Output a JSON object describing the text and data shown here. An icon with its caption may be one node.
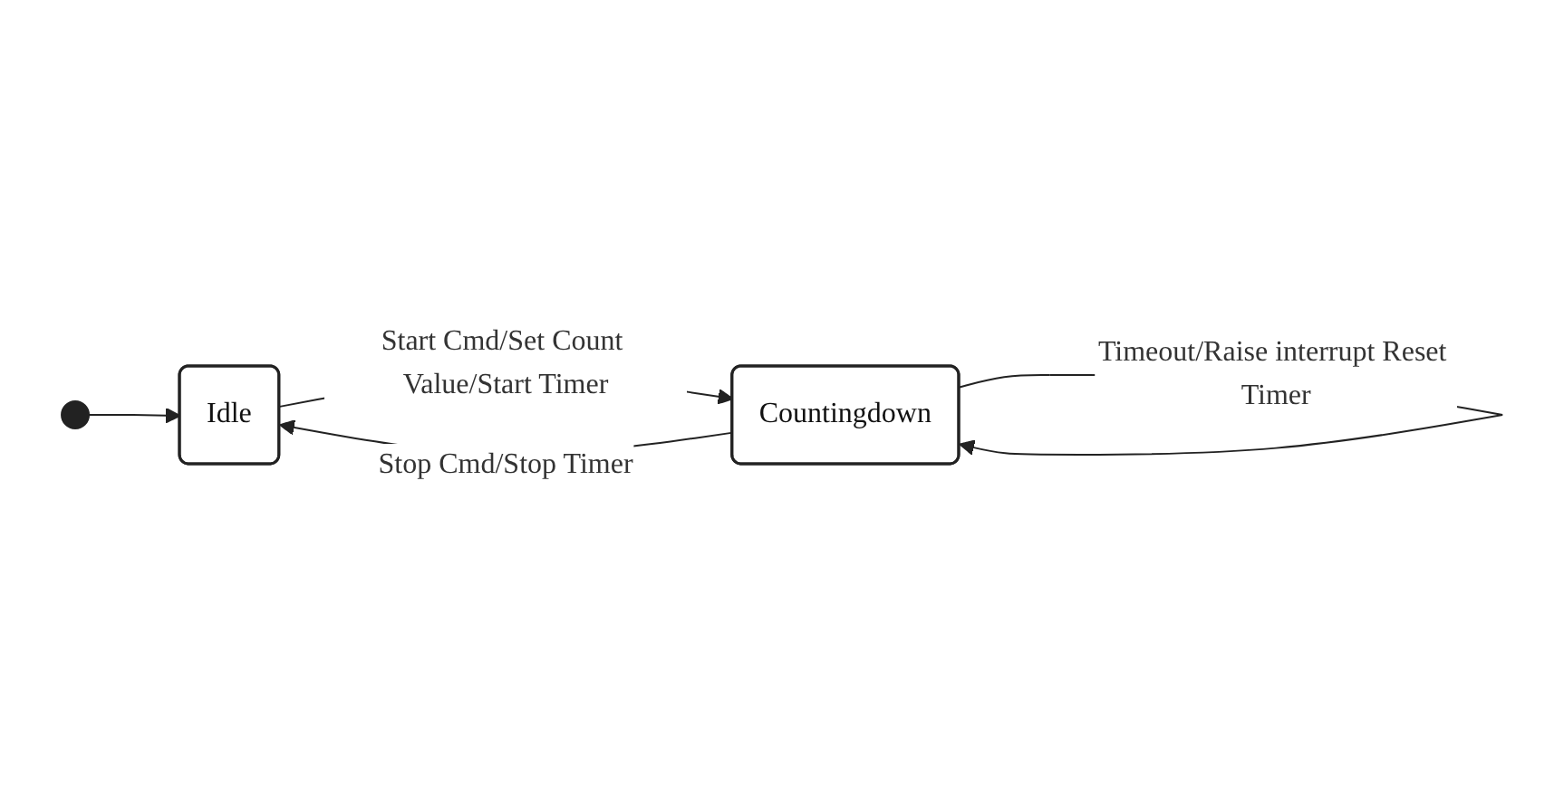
{
  "diagram": {
    "nodes": [
      {
        "text": [],
        "shape": "circle"
      },
      {
        "text": [
          "Idle"
        ]
      },
      {
        "text": [
          "Countingdown"
        ]
      }
    ],
    "edges": [
      {
        "from": 0,
        "to": 1,
        "arrow": "to"
      },
      {
        "from": 1,
        "to": 2,
        "arrow": "to",
        "label": "Start Cmd/Set Count Value/Start Timer"
      },
      {
        "from": 2,
        "to": 1,
        "arrow": "to",
        "label": "Stop Cmd/Stop Timer"
      },
      {
        "from": 2,
        "to": 2,
        "arrow": "to",
        "label": "Timeout/Raise interrupt Reset Timer"
      }
    ]
  }
}
